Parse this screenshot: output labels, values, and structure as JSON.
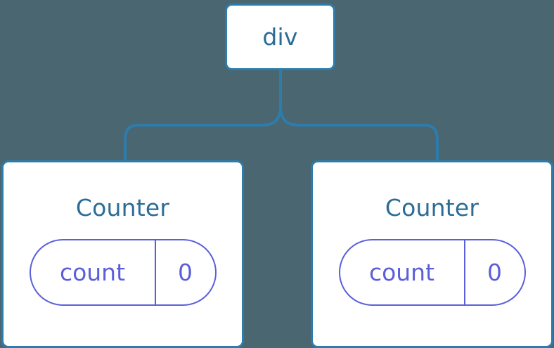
{
  "diagram": {
    "background_color": "#4a6670",
    "node_border_color": "#2e7cab",
    "node_title_color": "#2b6c96",
    "state_pill_color": "#5b5fd9",
    "connector_color": "#2e7cab"
  },
  "root": {
    "label": "div"
  },
  "children": [
    {
      "label": "Counter",
      "state": {
        "key": "count",
        "value": "0"
      }
    },
    {
      "label": "Counter",
      "state": {
        "key": "count",
        "value": "0"
      }
    }
  ]
}
